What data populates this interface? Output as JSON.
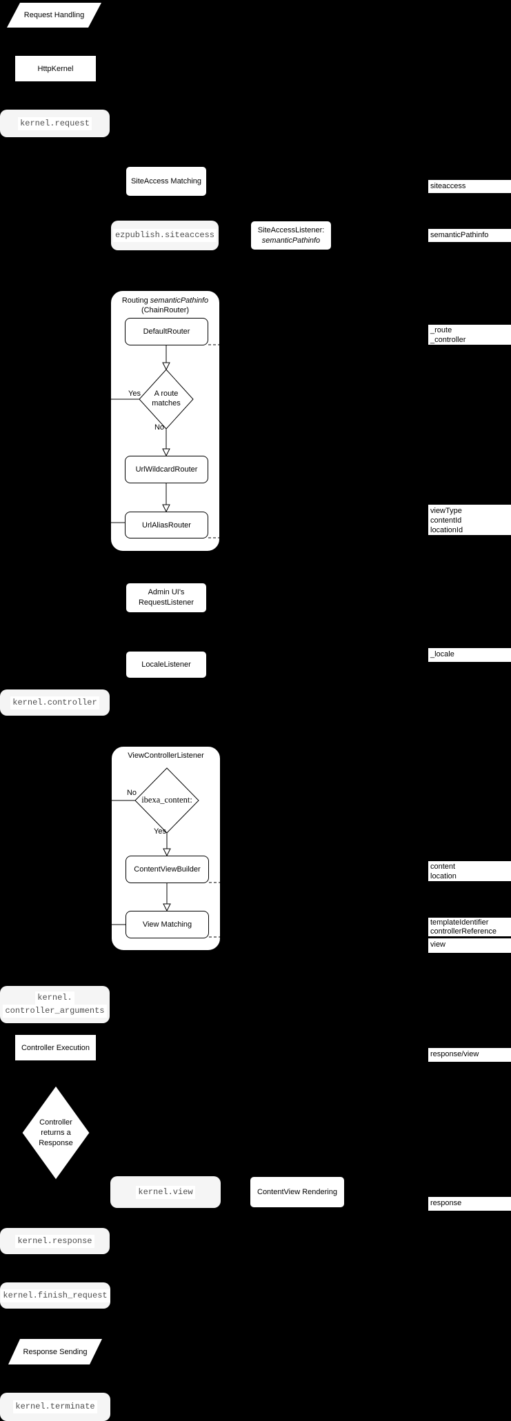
{
  "colors": {
    "background": "#000000",
    "box_fill": "#ffffff",
    "event_fill": "#f5f5f5",
    "event_text": "#4d4d4d",
    "line": "#000000"
  },
  "nodes": {
    "request_handling": "Request Handling",
    "http_kernel": "HttpKernel",
    "siteaccess_matching": "SiteAccess Matching",
    "siteaccess_listener": {
      "line1": "SiteAccessListener:",
      "line2": "semanticPathinfo"
    },
    "admin_ui_listener": {
      "line1": "Admin UI's",
      "line2": "RequestListener"
    },
    "locale_listener": "LocaleListener",
    "controller_execution": "Controller Execution",
    "controller_returns_response": {
      "line1": "Controller",
      "line2": "returns a",
      "line3": "Response"
    },
    "contentview_rendering": "ContentView Rendering",
    "response_sending": "Response Sending"
  },
  "events": {
    "kernel_request": "kernel.request",
    "ezpublish_siteaccess": "ezpublish.siteaccess",
    "kernel_controller": "kernel.controller",
    "kernel_controller_arguments": {
      "line1": "kernel.",
      "line2": "controller_arguments"
    },
    "kernel_view": "kernel.view",
    "kernel_response": "kernel.response",
    "kernel_finish_request": "kernel.finish_request",
    "kernel_terminate": "kernel.terminate"
  },
  "routing": {
    "title_prefix": "Routing ",
    "title_italic": "semanticPathinfo",
    "title_line2": "(ChainRouter)",
    "default_router": "DefaultRouter",
    "decision": {
      "line1": "A route",
      "line2": "matches"
    },
    "yes": "Yes",
    "no": "No",
    "url_wildcard_router": "UrlWildcardRouter",
    "url_alias_router": "UrlAliasRouter"
  },
  "view_controller": {
    "title": "ViewControllerListener",
    "decision": "ibexa_content:",
    "yes": "Yes",
    "no": "No",
    "content_view_builder": "ContentViewBuilder",
    "view_matching": "View Matching"
  },
  "side_labels": {
    "siteaccess": "siteaccess",
    "semantic_pathinfo": "semanticPathinfo",
    "route": {
      "line1": "_route",
      "line2": "_controller"
    },
    "view_params": {
      "line1": "viewType",
      "line2": "contentId",
      "line3": "locationId"
    },
    "locale": "_locale",
    "content_location": {
      "line1": "content",
      "line2": "location"
    },
    "template": {
      "line1": "templateIdentifier",
      "line2": "controllerReference"
    },
    "view": "view",
    "response_view": "response/view",
    "response": "response"
  }
}
